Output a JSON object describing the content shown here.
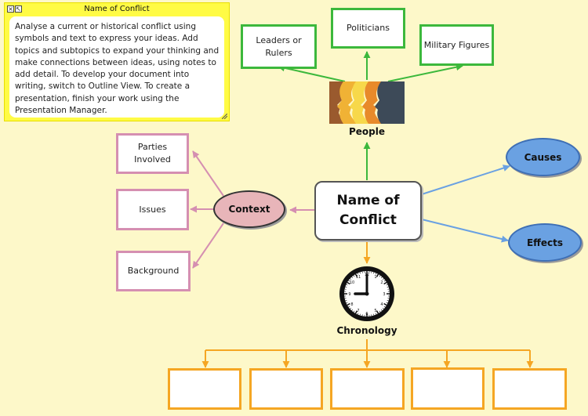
{
  "note": {
    "title": "Name of Conflict",
    "close_glyph": "×",
    "expand_glyph": "↖",
    "body": "Analyse a current or historical conflict using symbols and text to express your ideas. Add topics and subtopics to expand your thinking and make connections between ideas, using notes to add detail. To develop your document into writing, switch to Outline View. To create a presentation, finish your work using the Presentation Manager."
  },
  "main_topic": {
    "line1": "Name of",
    "line2": "Conflict"
  },
  "people": {
    "label": "People",
    "icon": "silhouettes-icon",
    "subtopics": [
      {
        "line1": "Leaders or",
        "line2": "Rulers"
      },
      {
        "line1": "Politicians",
        "line2": ""
      },
      {
        "line1": "Military Figures",
        "line2": ""
      }
    ]
  },
  "context": {
    "label": "Context",
    "subtopics": [
      "Parties Involved",
      "Issues",
      "Background"
    ]
  },
  "causes": {
    "label": "Causes"
  },
  "effects": {
    "label": "Effects"
  },
  "chronology": {
    "label": "Chronology",
    "icon": "clock-icon",
    "boxes": [
      "",
      "",
      "",
      "",
      ""
    ]
  },
  "colors": {
    "green": "#3cb83c",
    "pink": "#d58fb1",
    "blue": "#6aa1e2",
    "orange": "#f5a623",
    "background": "#fdf8c9",
    "note_yellow": "#fffb45"
  }
}
